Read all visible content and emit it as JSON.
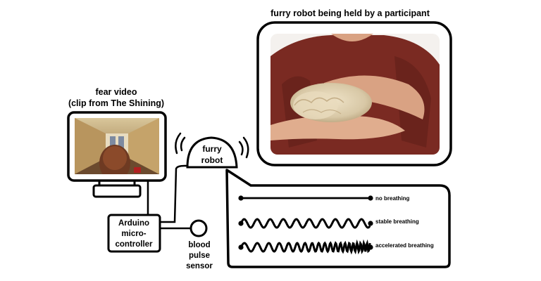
{
  "diagram": {
    "video": {
      "title_line1": "fear video",
      "title_line2": "(clip from The Shining)"
    },
    "robot": {
      "label_line1": "furry",
      "label_line2": "robot"
    },
    "photo": {
      "caption": "furry robot being held by a participant"
    },
    "arduino": {
      "line1": "Arduino",
      "line2": "micro-",
      "line3": "controller"
    },
    "sensor": {
      "line1": "blood",
      "line2": "pulse",
      "line3": "sensor"
    },
    "breathing": [
      {
        "label": "no breathing"
      },
      {
        "label": "stable breathing"
      },
      {
        "label": "accelerated breathing"
      }
    ]
  }
}
